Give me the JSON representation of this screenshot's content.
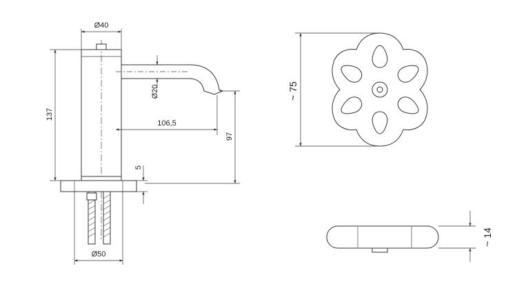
{
  "dimensions": {
    "body_diameter": "Ø40",
    "spout_diameter": "Ø20",
    "spout_reach": "106,5",
    "total_height": "137",
    "spout_height": "97",
    "base_thickness": "5",
    "base_diameter": "Ø50",
    "handle_height": "~ 75",
    "handle_thickness": "~ 14"
  }
}
